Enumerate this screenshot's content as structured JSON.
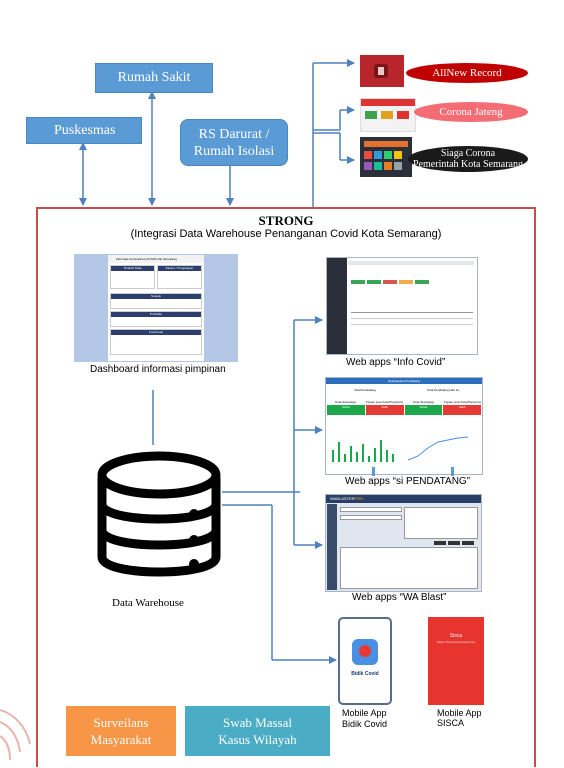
{
  "top_boxes": {
    "rumah_sakit": "Rumah Sakit",
    "puskesmas": "Puskesmas",
    "rs_darurat": "RS Darurat /\nRumah Isolasi"
  },
  "external": {
    "allnew": "AllNew Record",
    "corona_jateng": "Corona Jateng",
    "siaga_line1": "Siaga Corona",
    "siaga_line2": "Pemerintah Kota Semarang"
  },
  "strong": {
    "title": "STRONG",
    "subtitle": "(Integrasi Data Warehouse Penanganan Covid Kota Semarang)"
  },
  "captions": {
    "dashboard": "Dashboard informasi pimpinan",
    "info_covid": "Web apps “Info Covid”",
    "si_pendatang": "Web apps “si PENDATANG”",
    "wa_blast": "Web apps “WA Blast”",
    "data_warehouse": "Data Warehouse",
    "mobile_bidik_1": "Mobile App",
    "mobile_bidik_2": "Bidik Covid",
    "mobile_sisca_1": "Mobile App",
    "mobile_sisca_2": "SISCA"
  },
  "bottom_boxes": {
    "surveilans_1": "Surveilans",
    "surveilans_2": "Masyarakat",
    "swab_1": "Swab Massal",
    "swab_2": "Kasus Wilayah"
  },
  "screens": {
    "bidik_label": "Bidik Covid",
    "sisca_label": "Sisca",
    "sisca_tag": "Sistem Informasi Semarang Covid",
    "dash_header": "Informasi Coronavirus (COVID-19) Semarang",
    "dash_s1": "Terakhir Data",
    "dash_s2": "Pasien / Penginapan",
    "dash_s3": "Suspek",
    "dash_s4": "Probable",
    "dash_s5": "Konfirmasi",
    "pend_header": "Rekapitulasi Pendatang",
    "pend_total1": "Total Pendatang",
    "pend_total2": "Total Pendatang Hari Ini",
    "pend_kota": "Kota Semarang",
    "pend_luar": "Tujuan Luar Kota/Transit Ke",
    "pend_sehat": "Sehat",
    "pend_sakit": "Sakit",
    "wa_logo": "WABLASTER",
    "wa_pro": "PRO"
  },
  "colors": {
    "box_blue": "#5b9bd5",
    "frame_red": "#c0504d",
    "connector_blue": "#4f81bd",
    "surveilans_orange": "#f79646",
    "swab_teal": "#4bacc6",
    "allnew_red": "#c00000",
    "corona_pink": "#f46d75",
    "siaga_dark": "#1a1a1a"
  }
}
